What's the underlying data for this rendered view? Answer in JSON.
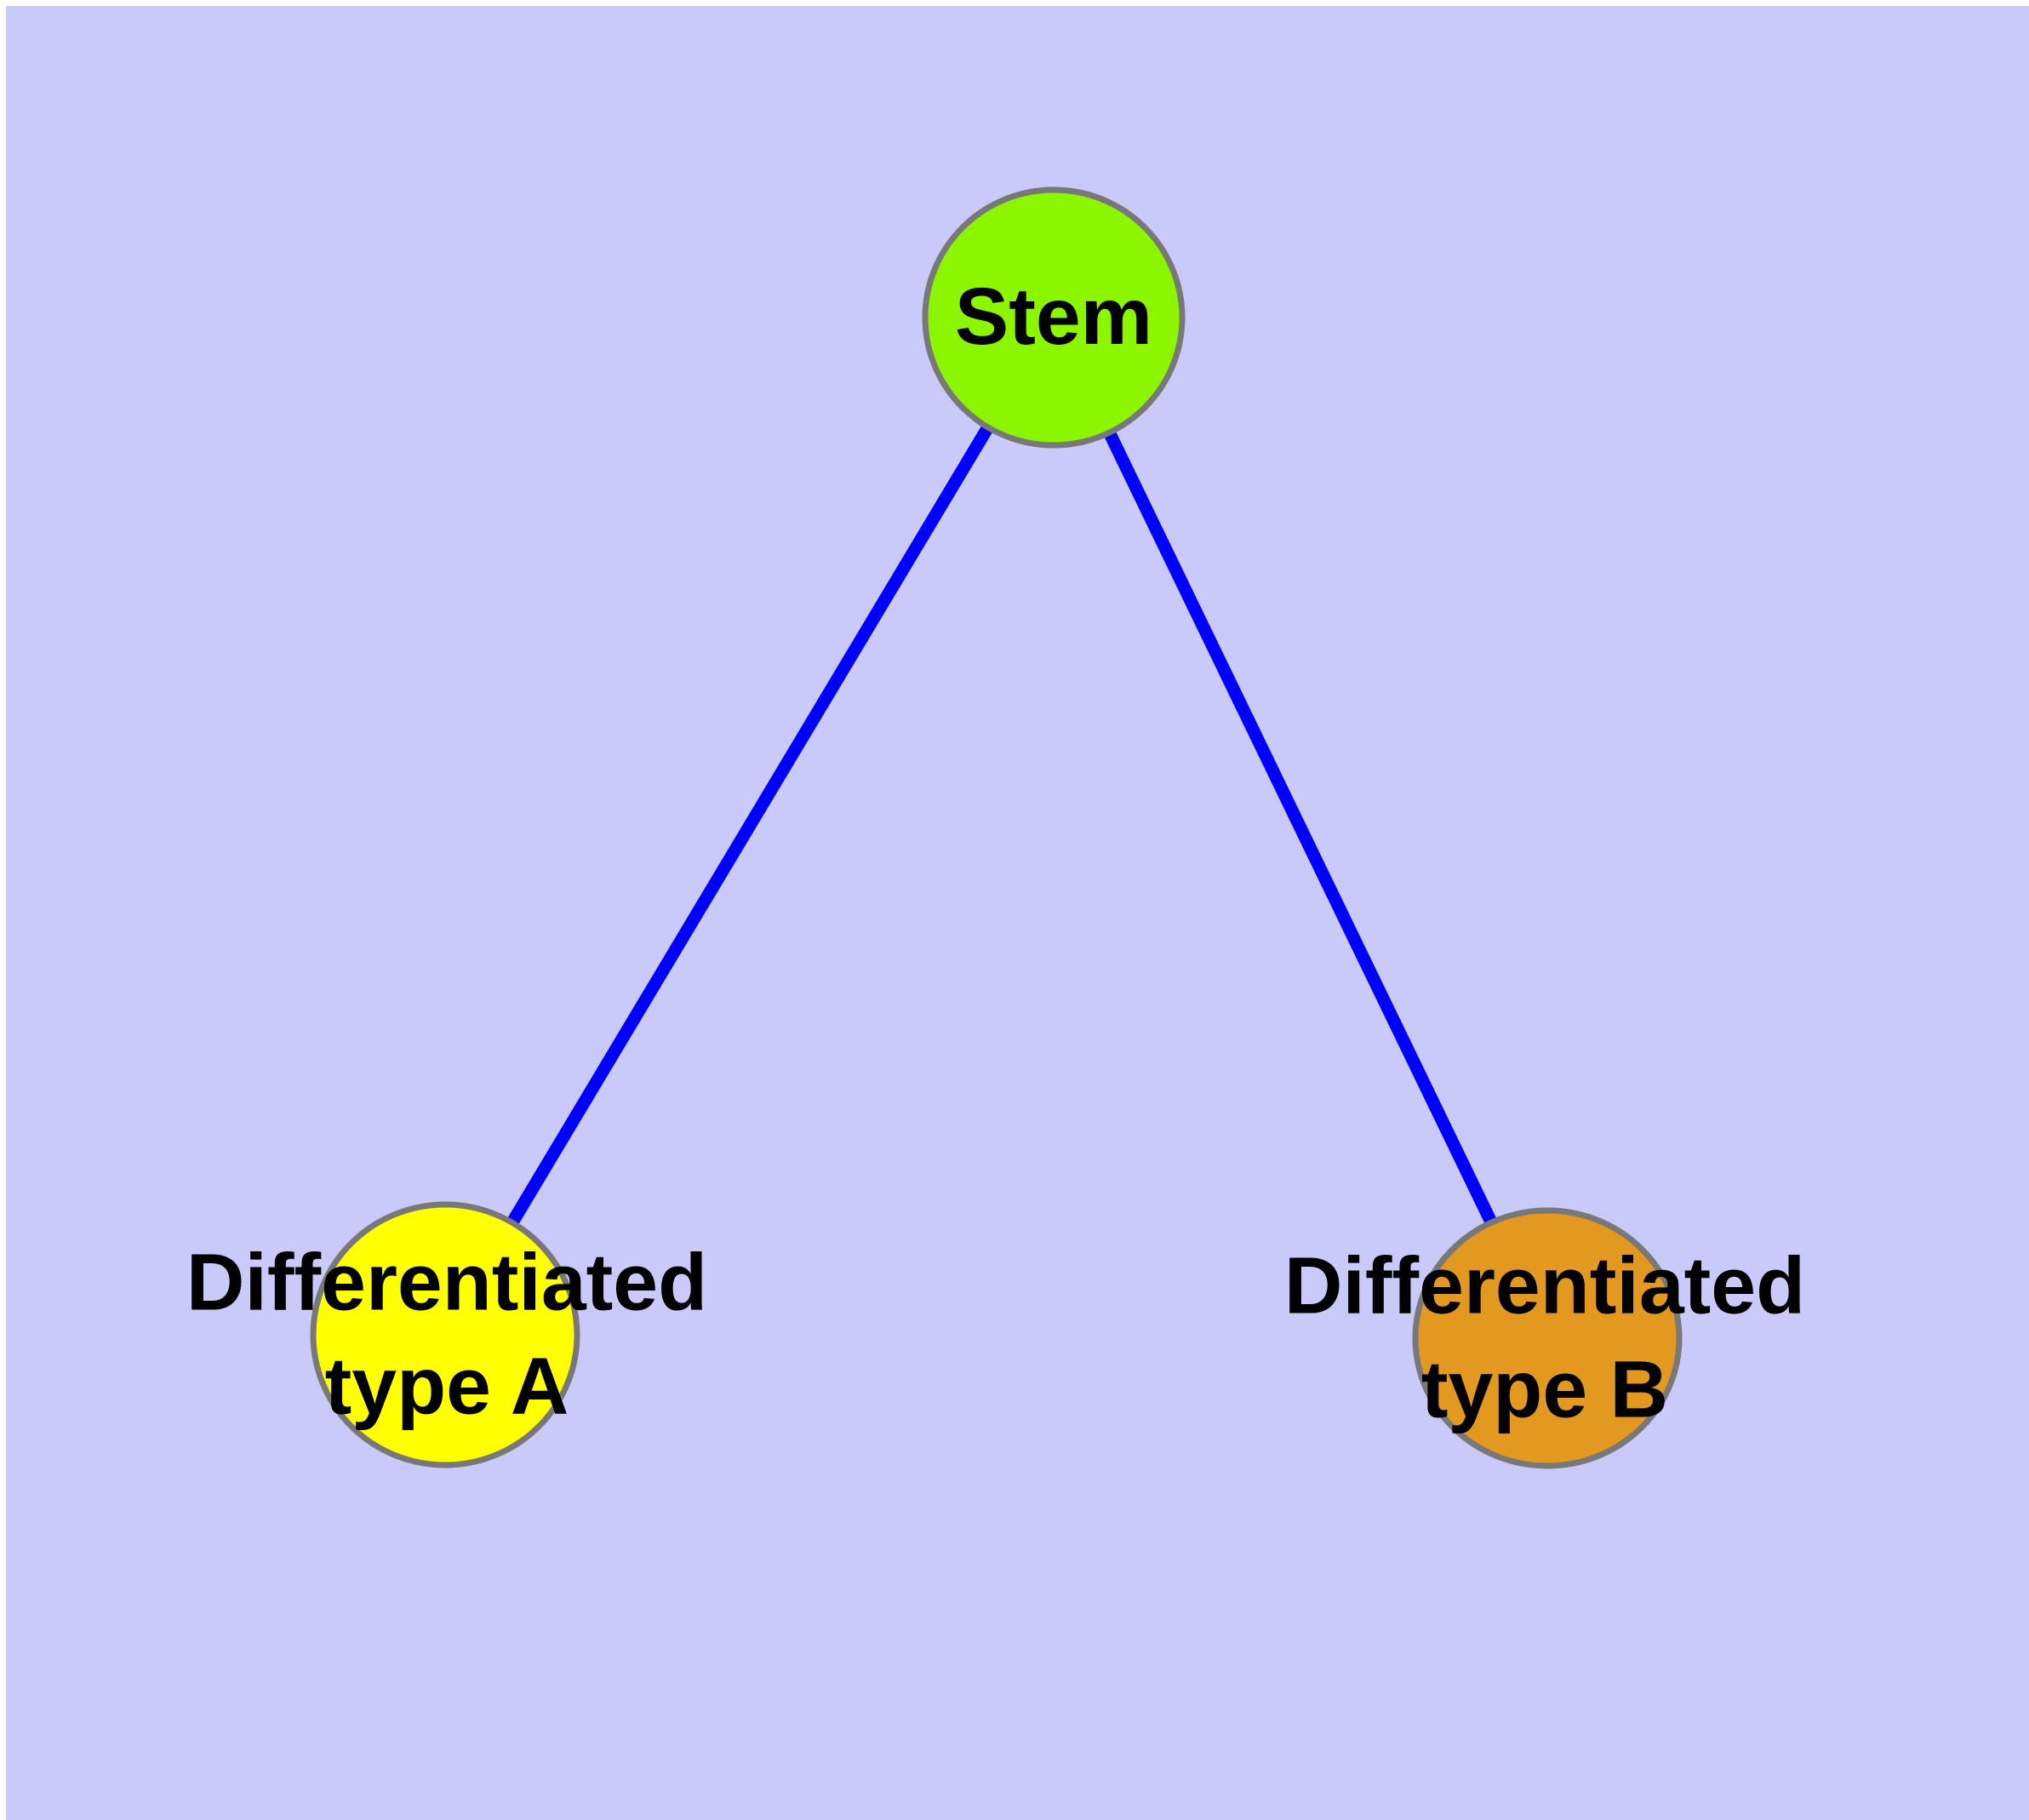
{
  "diagram": {
    "type": "graph",
    "background_color": "#CACAFA",
    "margin_color": "#FFFFFF",
    "edge_color": "#0000FF",
    "node_border_color": "#787878",
    "label_color": "#000000",
    "nodes": [
      {
        "id": "stem",
        "label": "Stem",
        "color": "#8CF500"
      },
      {
        "id": "type-a",
        "label": "Differentiated\ntype A",
        "color": "#FFFF00"
      },
      {
        "id": "type-b",
        "label": "Differentiated\ntype B",
        "color": "#E3991F"
      }
    ],
    "edges": [
      {
        "from": "Stem",
        "to": "Differentiated type A"
      },
      {
        "from": "Stem",
        "to": "Differentiated type B"
      }
    ]
  }
}
